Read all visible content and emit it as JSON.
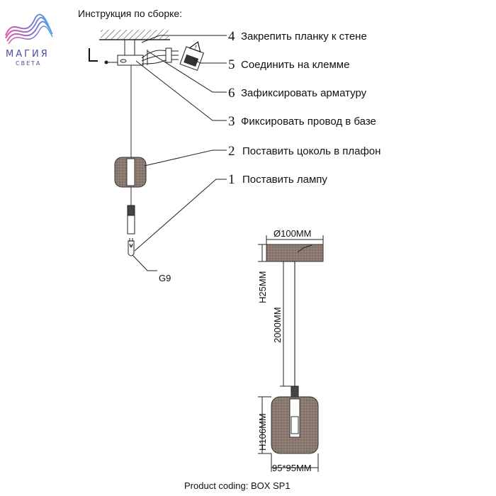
{
  "logo": {
    "word": "МАГИЯ",
    "sub": "СВЕТА"
  },
  "title": "Инструкция по сборке:",
  "steps": [
    {
      "num": "4",
      "text": "Закрепить планку к стене"
    },
    {
      "num": "5",
      "text": "Соединить на клемме"
    },
    {
      "num": "6",
      "text": "Зафиксировать арматуру"
    },
    {
      "num": "3",
      "text": "Фиксировать провод в базе"
    },
    {
      "num": "2",
      "text": "Поставить цоколь в плафон"
    },
    {
      "num": "1",
      "text": "Поставить лампу"
    }
  ],
  "socket_label": "G9",
  "dimensions": {
    "canopy_diameter": "Ø100MM",
    "canopy_height": "H25MM",
    "cable_length": "2000MM",
    "shade_height": "H106MM",
    "shade_size": "95*95MM"
  },
  "footer": "Product coding: BOX SP1"
}
